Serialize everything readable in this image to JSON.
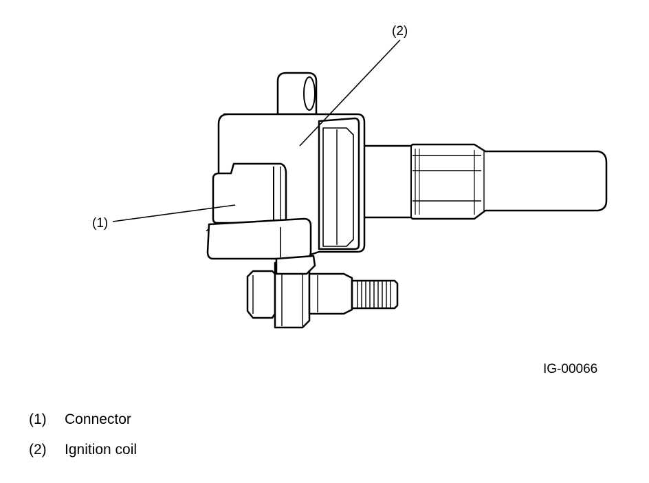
{
  "figure_id": "IG-00066",
  "callouts": [
    {
      "num": "(1)",
      "part": "connector"
    },
    {
      "num": "(2)",
      "part": "ignition-coil"
    }
  ],
  "legend": [
    {
      "num": "(1)",
      "label": "Connector"
    },
    {
      "num": "(2)",
      "label": "Ignition coil"
    }
  ],
  "colors": {
    "line": "#000000",
    "background": "#ffffff"
  }
}
